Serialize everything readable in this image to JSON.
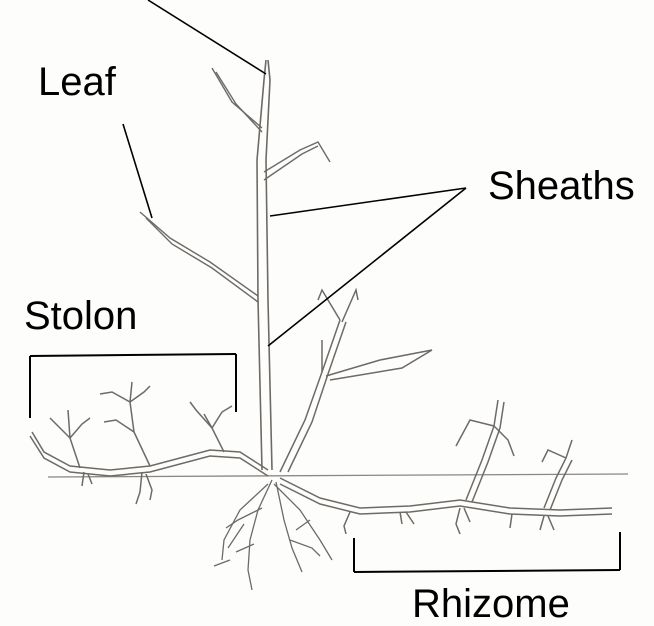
{
  "labels": {
    "leaf": "Leaf",
    "sheaths": "Sheaths",
    "stolon": "Stolon",
    "rhizome": "Rhizome"
  },
  "colors": {
    "background": "#fdfdfc",
    "label_text": "#000000",
    "leader_line": "#000000",
    "plant_ink": "#6e6a66",
    "ground_line": "#8a8784"
  }
}
